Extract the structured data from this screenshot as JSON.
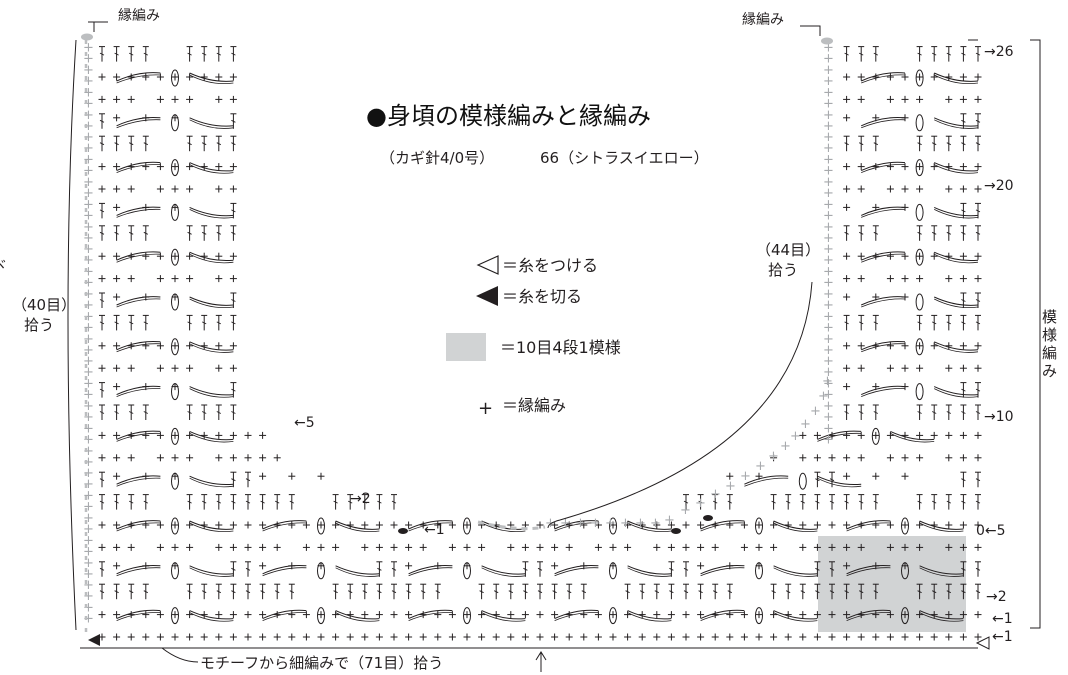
{
  "title": "●身頃の模様編みと縁編み",
  "subtitle_hook": "（カギ針4/0号）",
  "subtitle_color": "66（シトラスイエロー）",
  "left_edge_label": "縁編み",
  "right_edge_label": "縁編み",
  "left_pickup": [
    "（40目）",
    "拾う"
  ],
  "right_pickup": [
    "（44目）",
    "拾う"
  ],
  "left_cut_text": "ヾ",
  "vertical_label": [
    "模",
    "様",
    "編",
    "み"
  ],
  "bottom_label": "モチーフから細編みで（71目）拾う",
  "legend": {
    "attach": "＝糸をつける",
    "cut": "＝糸を切る",
    "repeat": "＝10目4段1模様",
    "edge": "＝縁編み"
  },
  "row_labels_right": [
    {
      "text": "→26",
      "row": 26
    },
    {
      "text": "→20",
      "row": 20
    },
    {
      "text": "→10",
      "row": 10
    },
    {
      "text": "0←5",
      "row": 5
    },
    {
      "text": "→2",
      "row": 2
    },
    {
      "text": "←1",
      "row": 1
    },
    {
      "text": "←1",
      "row": 0
    }
  ],
  "row_labels_inner": [
    {
      "text": "←5",
      "row": 5
    },
    {
      "text": "→2",
      "row": 2
    },
    {
      "text": "←1",
      "row": 1
    }
  ],
  "colors": {
    "ink": "#231f20",
    "shade": "#d1d3d4",
    "edge_plus": "#a7a9ac",
    "edge_dash": "#bcbec0"
  }
}
